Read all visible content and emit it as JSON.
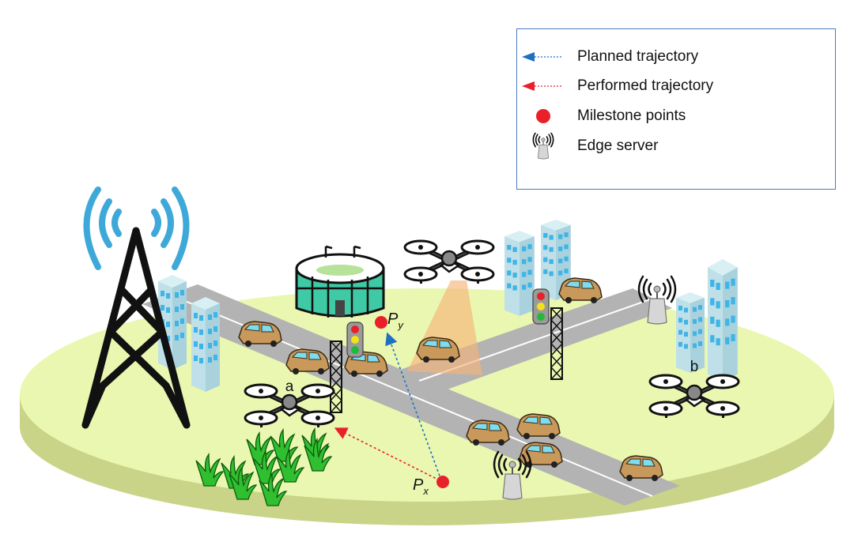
{
  "figure": {
    "title": "Drone-assisted vehicular edge network scenario"
  },
  "legend": {
    "items": [
      {
        "label": "Planned trajectory",
        "icon": "blue-dashed-arrow-icon",
        "color": "#1f6fc4"
      },
      {
        "label": "Performed trajectory",
        "icon": "red-dashed-arrow-icon",
        "color": "#e8202a"
      },
      {
        "label": "Milestone points",
        "icon": "red-dot-icon",
        "color": "#e8202a"
      },
      {
        "label": "Edge server",
        "icon": "edge-server-icon",
        "color": "#c8c8c8"
      }
    ]
  },
  "scene": {
    "drone_labels": {
      "a": "a",
      "b": "b"
    },
    "points": {
      "px": {
        "base": "P",
        "sub": "x"
      },
      "py": {
        "base": "P",
        "sub": "y"
      }
    },
    "colors": {
      "ground": "#eaf7b0",
      "ground_edge": "#c9d488",
      "road": "#b3b3b3",
      "building_face": "#c9e6ec",
      "building_window": "#3fb4e6",
      "car_body": "#c8995a",
      "stadium": "#3fc9a4",
      "signal_waves": "#3ea9d8",
      "camera_cone": "#f5b67a"
    }
  }
}
